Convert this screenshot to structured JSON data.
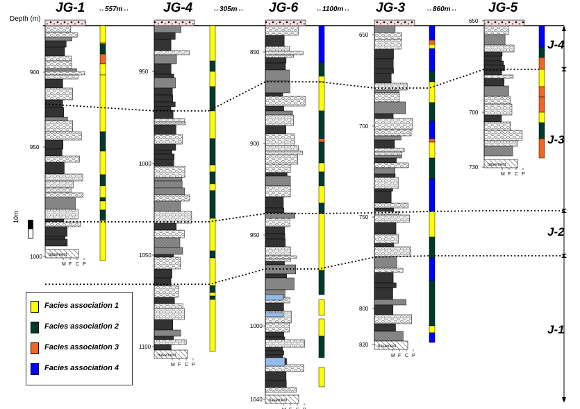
{
  "header": {
    "depth_label": "Depth (m)",
    "wells": [
      "JG-1",
      "JG-4",
      "JG-6",
      "JG-3",
      "JG-5"
    ],
    "distances": [
      "557m",
      "305m",
      "1100m",
      "860m"
    ]
  },
  "depth_ticks": {
    "JG-1": [
      "900",
      "950",
      "1000"
    ],
    "JG-4": [
      "950",
      "1000",
      "1050",
      "1100"
    ],
    "JG-6": [
      "850",
      "900",
      "950",
      "1000",
      "1040"
    ],
    "JG-3": [
      "650",
      "700",
      "750",
      "800",
      "820"
    ],
    "JG-5": [
      "650",
      "700",
      "730"
    ]
  },
  "grain_axis": [
    "M",
    "F",
    "C",
    "P"
  ],
  "basement_label": "basement",
  "scale_bar_label": "10m",
  "units": [
    "J-4",
    "J-3",
    "J-2",
    "J-1"
  ],
  "legend": [
    {
      "label": "Facies association 1",
      "color": "#ffff00"
    },
    {
      "label": "Facies association 2",
      "color": "#003a2c"
    },
    {
      "label": "Facies association 3",
      "color": "#f26522"
    },
    {
      "label": "Facies association 4",
      "color": "#0000ff"
    }
  ],
  "colors": {
    "mudstone": "#333333",
    "conglomerate_fill": "#f2f2f2",
    "siltstone": "#8c8c8c",
    "blue_sand": "#8ab4e8",
    "fa1": "#ffff00",
    "fa2": "#003a2c",
    "fa3": "#f26522",
    "fa4": "#0000ff"
  }
}
